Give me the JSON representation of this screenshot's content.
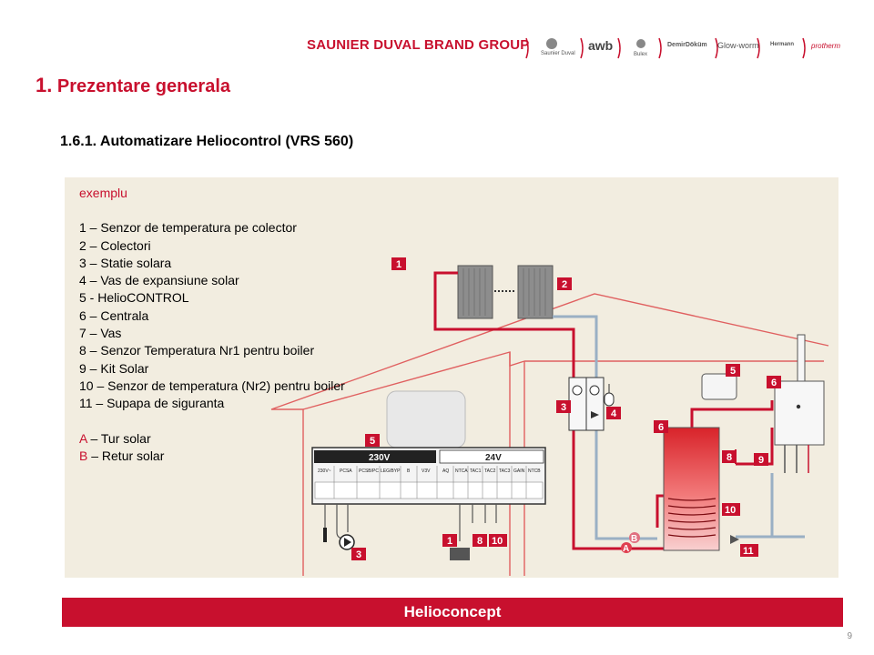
{
  "header": {
    "brand": "SAUNIER DUVAL BRAND GROUP",
    "logos": [
      "Saunier Duval",
      "awb",
      "Bulex",
      "DemirDöküm",
      "Glow-worm",
      "Hermann",
      "protherm"
    ]
  },
  "section": {
    "number": "1.",
    "title": "Prezentare generala"
  },
  "subtitle": "1.6.1. Automatizare Heliocontrol (VRS 560)",
  "legend": {
    "intro": "exemplu",
    "items": [
      "1 – Senzor de temperatura pe colector",
      "2 – Colectori",
      "3 – Statie solara",
      "4 – Vas de expansiune solar",
      "5 - HelioCONTROL",
      "6 – Centrala",
      "7 – Vas",
      "8 – Senzor Temperatura Nr1 pentru boiler",
      "9 – Kit Solar",
      "10 – Senzor de temperatura (Nr2) pentru boiler",
      "11 – Supapa de siguranta"
    ],
    "a_letter": "A",
    "a_text": " – Tur solar",
    "b_letter": "B",
    "b_text": " – Retur solar"
  },
  "diagram": {
    "tags": [
      "1",
      "2",
      "3",
      "4",
      "5",
      "5",
      "6",
      "6",
      "8",
      "9",
      "10",
      "11",
      "1",
      "8",
      "10",
      "3"
    ],
    "controller": {
      "left_header": "230V",
      "right_header": "24V",
      "terminals_left": [
        "230V~",
        "PCSA",
        "PCSB/PC",
        "LEG/BYP",
        "B",
        "V3V"
      ],
      "terminals_right": [
        "AQ",
        "NTCA",
        "TAC1",
        "TAC2",
        "TAC3",
        "GAIN",
        "NTCB"
      ]
    },
    "pipe_letters": [
      "A",
      "B"
    ],
    "colors": {
      "hot": "#c8102e",
      "cold": "#9ab0c4",
      "tag": "#c8102e"
    }
  },
  "footer": {
    "banner": "Helioconcept",
    "page": "9"
  }
}
